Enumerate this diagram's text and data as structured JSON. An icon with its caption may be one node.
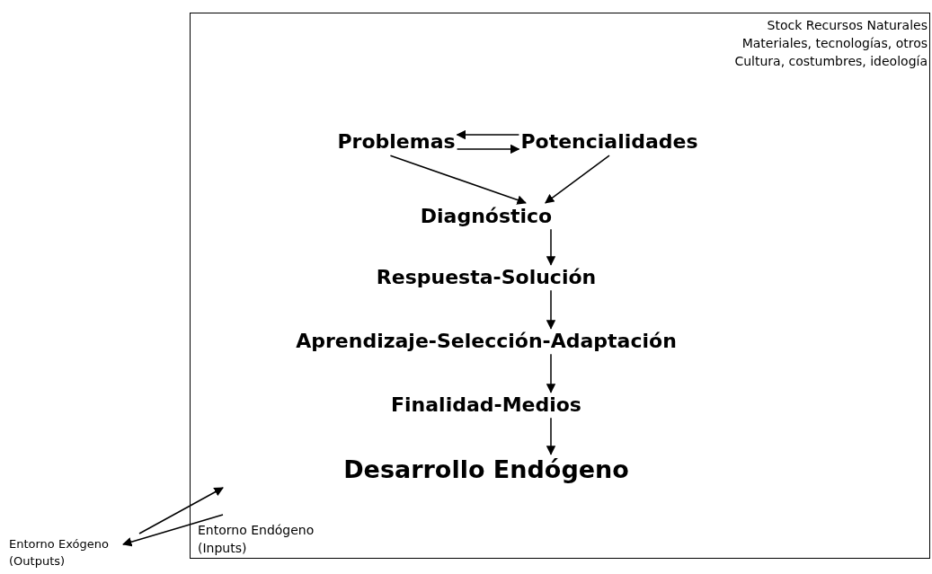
{
  "diagram": {
    "nodes": [
      {
        "text": [
          "Stock Recursos Naturales",
          "Materiales, tecnologías, otros",
          "Cultura, costumbres, ideología",
          "Entorno Endógeno (Inputs)"
        ]
      },
      {
        "text": [
          "Problemas"
        ],
        "in": 0
      },
      {
        "text": [
          "Potencialidades"
        ],
        "in": 0
      },
      {
        "text": [
          "Diagnóstico"
        ],
        "in": 0
      },
      {
        "text": [
          "Respuesta-Solución"
        ],
        "in": 0
      },
      {
        "text": [
          "Aprendizaje-Selección-Adaptación"
        ],
        "in": 0
      },
      {
        "text": [
          "Finalidad-Medios"
        ],
        "in": 0
      },
      {
        "text": [
          "Desarrollo Endógeno"
        ],
        "in": 0
      },
      {
        "text": [
          "Entorno Exógeno (Outputs)"
        ]
      }
    ],
    "edges": [
      {
        "from": 2,
        "to": 1,
        "arrow": "to"
      },
      {
        "from": 1,
        "to": 2,
        "arrow": "to"
      },
      {
        "from": 1,
        "to": 3,
        "arrow": "to"
      },
      {
        "from": 2,
        "to": 3,
        "arrow": "to"
      },
      {
        "from": 3,
        "to": 4,
        "arrow": "to"
      },
      {
        "from": 4,
        "to": 5,
        "arrow": "to"
      },
      {
        "from": 5,
        "to": 6,
        "arrow": "to"
      },
      {
        "from": 6,
        "to": 7,
        "arrow": "to"
      },
      {
        "from": null,
        "to": 0,
        "arrow": "to"
      },
      {
        "from": null,
        "to": 8,
        "arrow": "to"
      }
    ]
  }
}
